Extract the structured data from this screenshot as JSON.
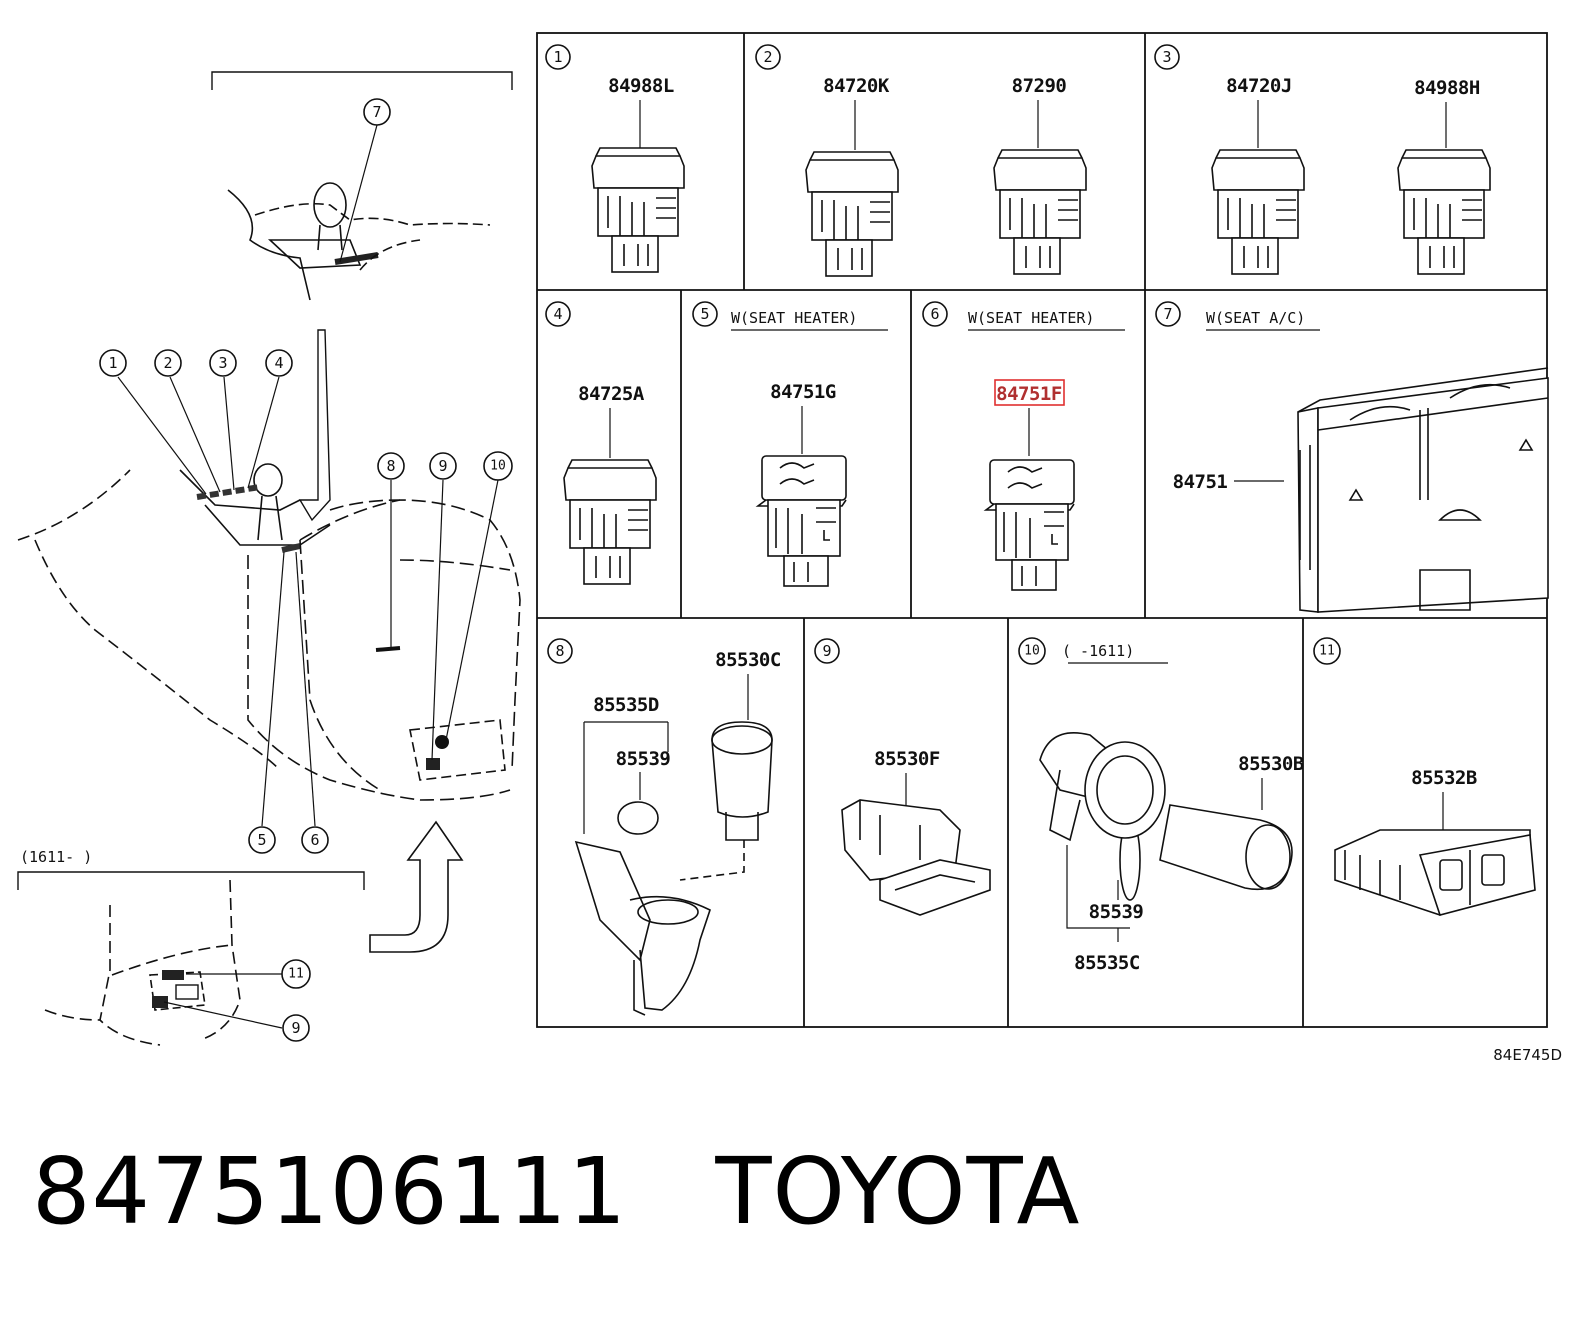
{
  "panels": [
    {
      "num": "1",
      "parts": [
        "84988L"
      ]
    },
    {
      "num": "2",
      "parts": [
        "84720K",
        "87290"
      ]
    },
    {
      "num": "3",
      "parts": [
        "84720J",
        "84988H"
      ]
    },
    {
      "num": "4",
      "parts": [
        "84725A"
      ]
    },
    {
      "num": "5",
      "note": "W(SEAT HEATER)",
      "parts": [
        "84751G"
      ]
    },
    {
      "num": "6",
      "note": "W(SEAT HEATER)",
      "parts": [
        "84751F"
      ],
      "highlighted": "84751F"
    },
    {
      "num": "7",
      "note": "W(SEAT A/C)",
      "parts": [
        "84751"
      ]
    },
    {
      "num": "8",
      "parts": [
        "85530C",
        "85535D",
        "85539"
      ]
    },
    {
      "num": "9",
      "parts": [
        "85530F"
      ]
    },
    {
      "num": "10",
      "note": "(      -1611)",
      "parts": [
        "85530B",
        "85539",
        "85535C"
      ]
    },
    {
      "num": "11",
      "parts": [
        "85532B"
      ]
    }
  ],
  "overview": {
    "callouts": [
      "1",
      "2",
      "3",
      "4",
      "5",
      "6",
      "7",
      "8",
      "9",
      "10",
      "11"
    ],
    "inset_label": "(1611-      )"
  },
  "diagram_ref": "84E745D",
  "caption": {
    "part_number": "8475106111",
    "brand": "TOYOTA"
  },
  "colors": {
    "ink": "#111111",
    "highlight": "#e03030",
    "background": "#ffffff"
  }
}
